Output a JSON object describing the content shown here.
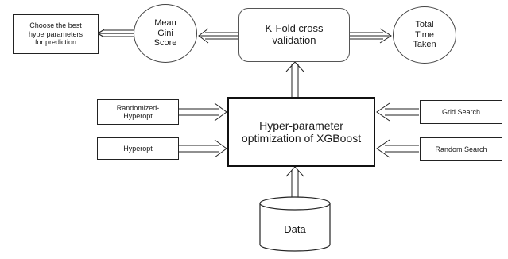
{
  "diagram": {
    "best_hyperparams": "Choose the best\nhyperparameters\nfor prediction",
    "mean_gini": "Mean\nGini\nScore",
    "kfold": "K-Fold cross\nvalidation",
    "total_time": "Total\nTime\nTaken",
    "randomized_hyperopt": "Randomized-\nHyperopt",
    "hyperopt": "Hyperopt",
    "center": "Hyper-parameter\noptimization of XGBoost",
    "grid_search": "Grid Search",
    "random_search": "Random Search",
    "data": "Data"
  }
}
